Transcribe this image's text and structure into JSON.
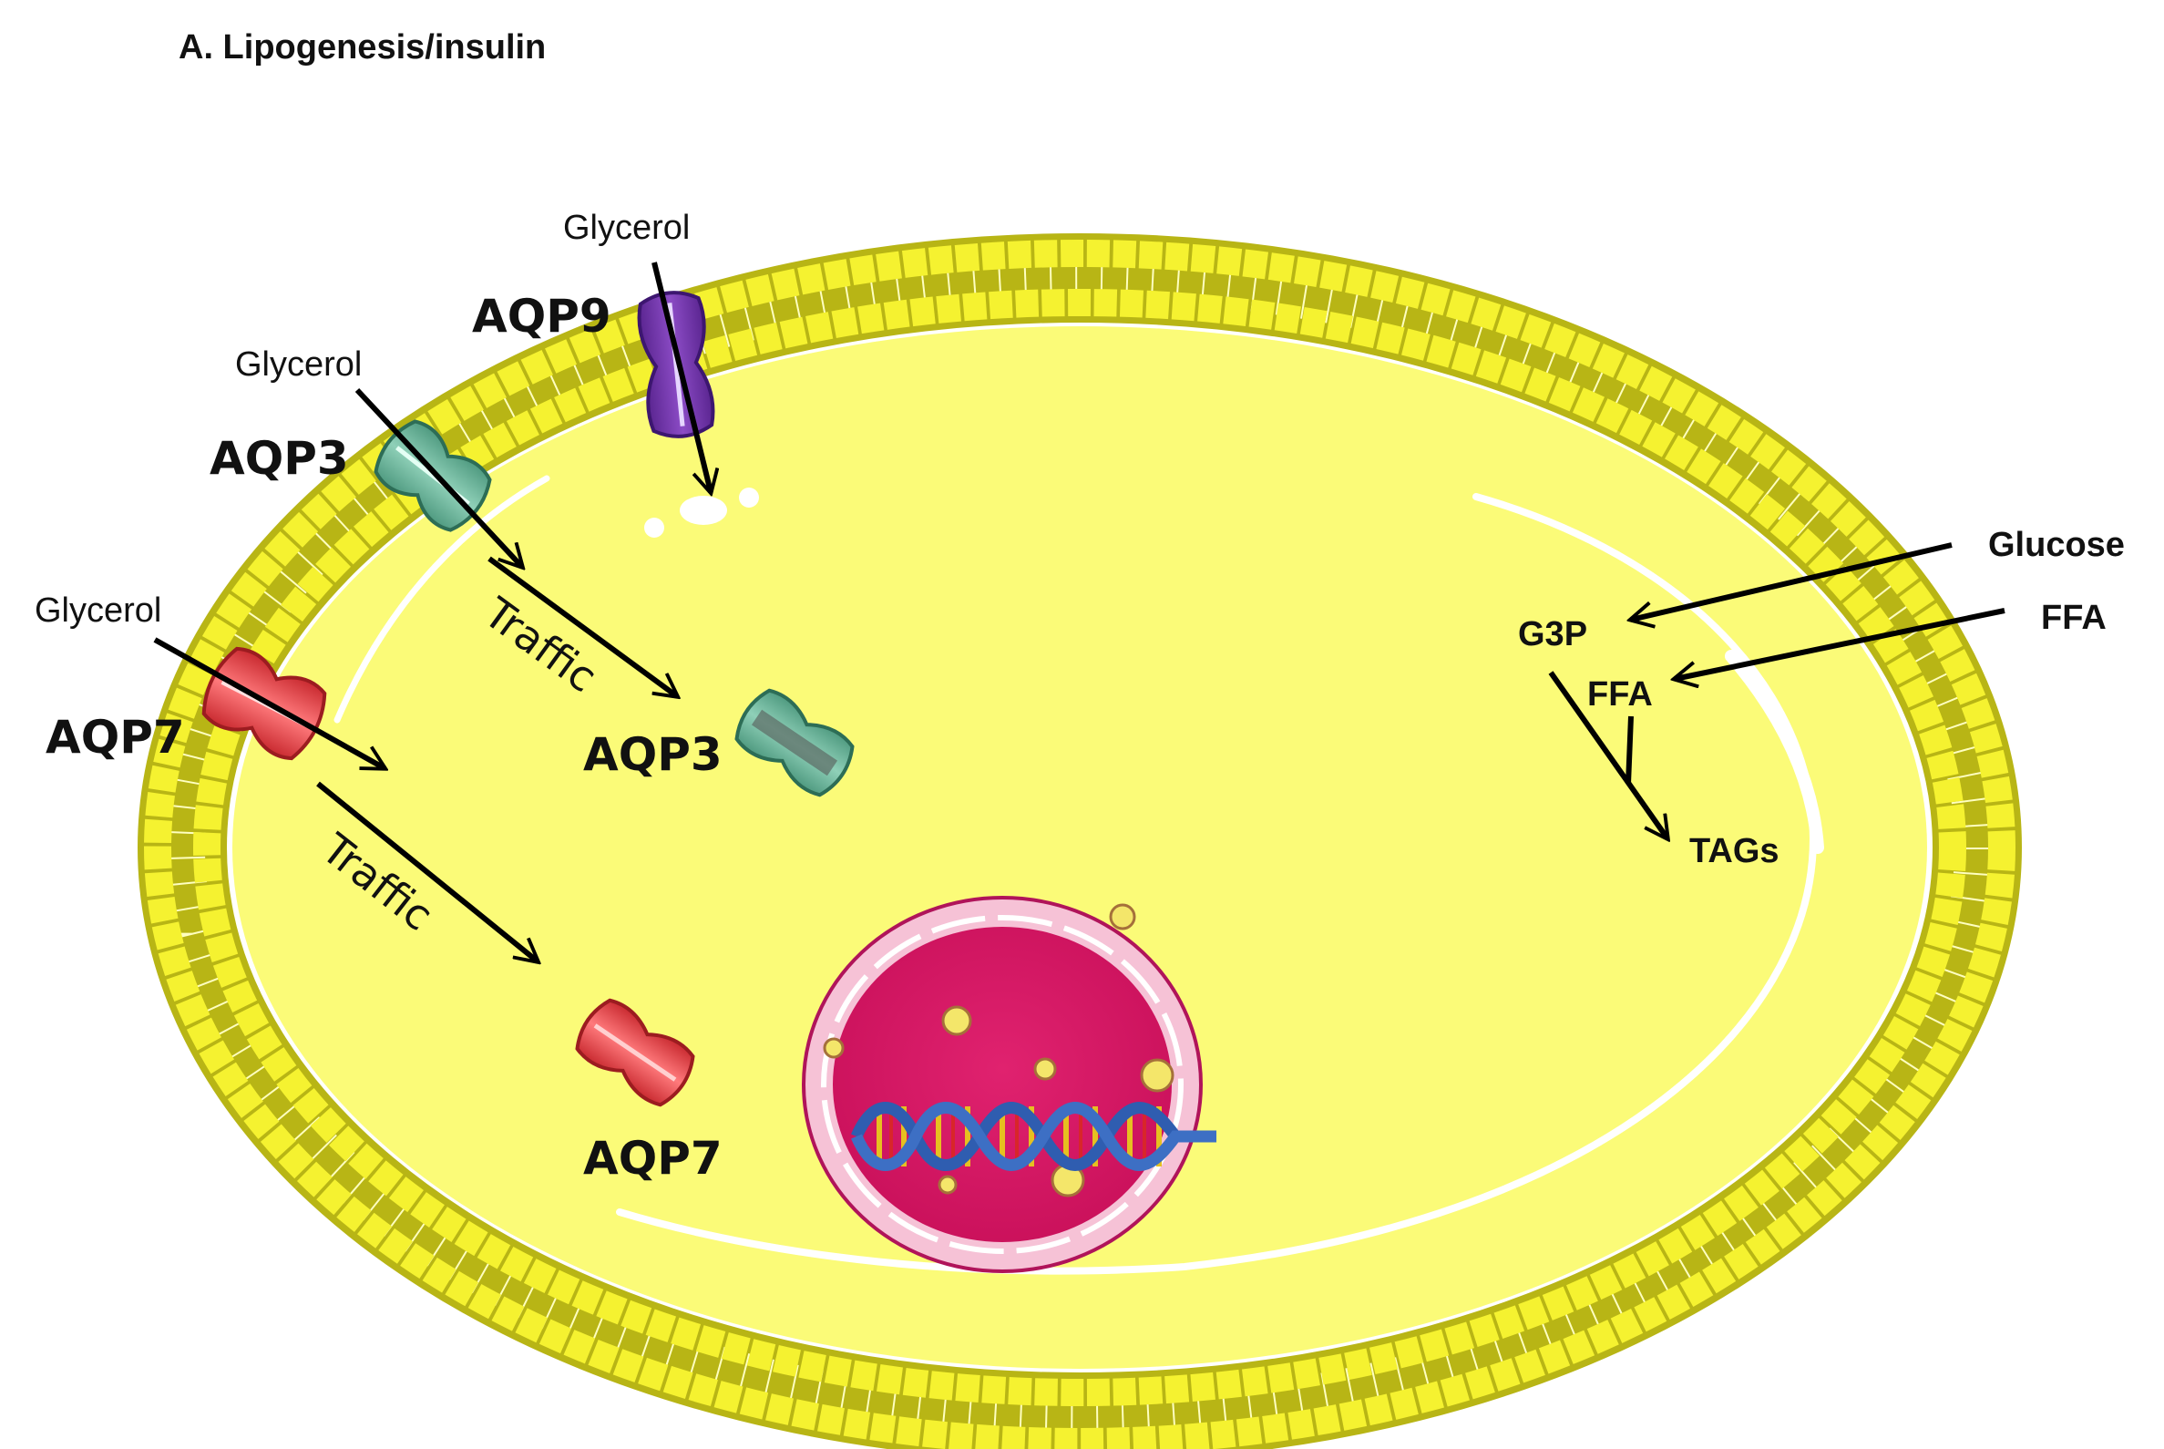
{
  "title": "A. Lipogenesis/insulin",
  "channels": {
    "aqp9": {
      "label": "AQP9",
      "substrate": "Glycerol"
    },
    "aqp3": {
      "label": "AQP3",
      "substrate": "Glycerol",
      "traffic_label": "Traffic",
      "internal_label": "AQP3"
    },
    "aqp7": {
      "label": "AQP7",
      "substrate": "Glycerol",
      "traffic_label": "Traffic",
      "internal_label": "AQP7"
    }
  },
  "metabolism": {
    "glucose": "Glucose",
    "ffa_external": "FFA",
    "g3p": "G3P",
    "ffa_internal": "FFA",
    "tags": "TAGs"
  },
  "colors": {
    "membrane_fill": "#f5f230",
    "membrane_stroke": "#9c9a12",
    "cytoplasm": "#fbfb78",
    "aqp9": "#7a3bb0",
    "aqp3": "#6fb89e",
    "aqp7": "#e8474a",
    "nucleus": "#df1968",
    "nuclear_envelope": "#f6c2d6"
  }
}
